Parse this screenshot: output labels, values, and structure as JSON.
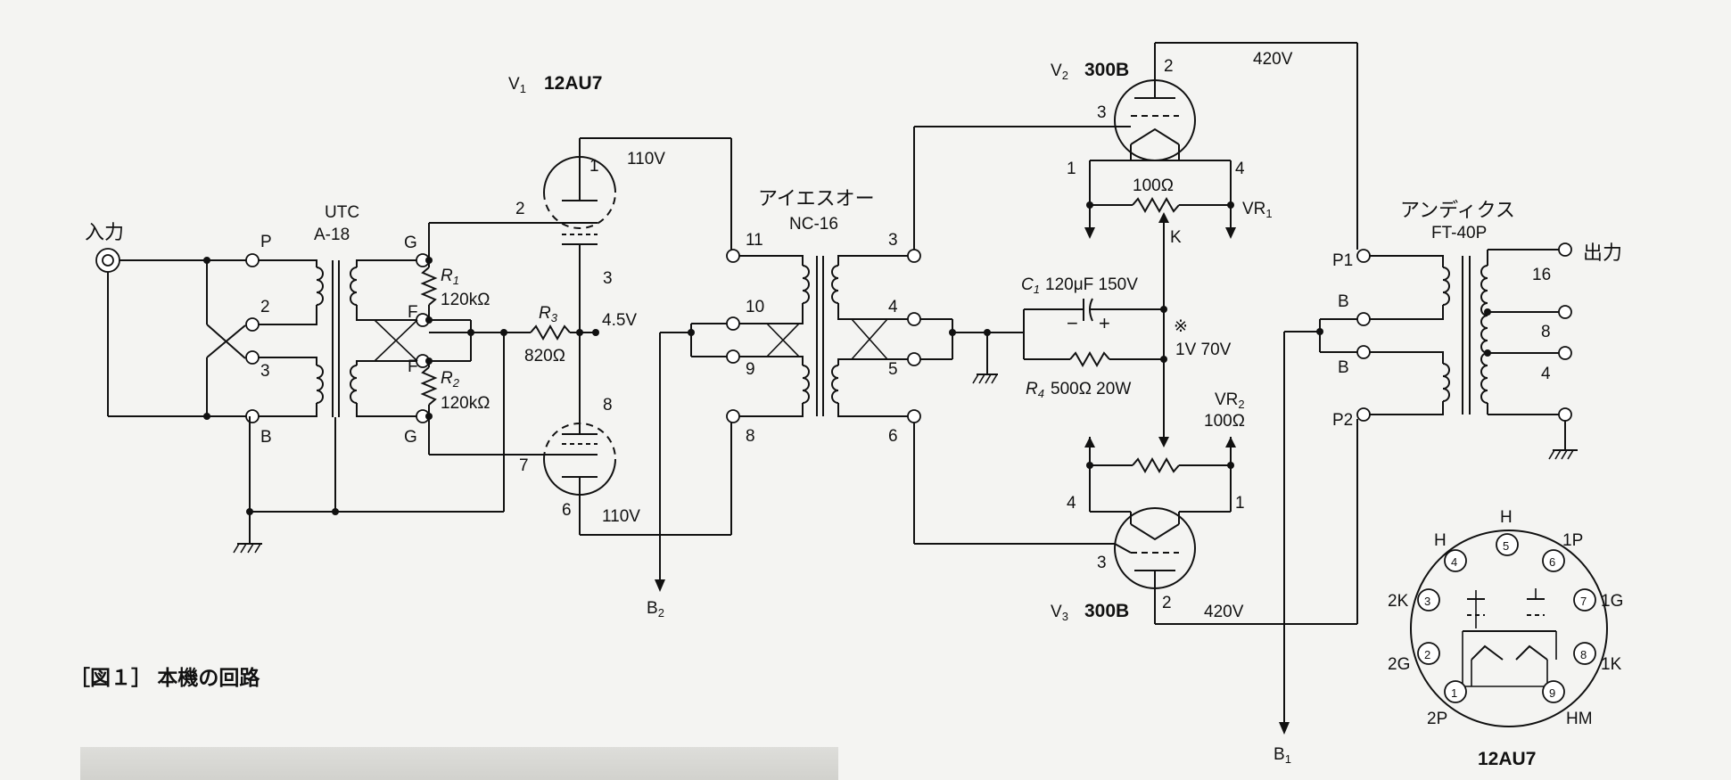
{
  "input": {
    "label": "入力"
  },
  "output": {
    "label": "出力"
  },
  "caption": "［図１］ 本機の回路",
  "v1": {
    "ref": "V",
    "sub": "1",
    "type": "12AU7",
    "plate_v": "110V",
    "plate_v2": "110V",
    "cathode_v": "4.5V",
    "pins": [
      "1",
      "2",
      "3",
      "8",
      "7",
      "6"
    ]
  },
  "v2": {
    "ref": "V",
    "sub": "2",
    "type": "300B",
    "plate_v": "420V",
    "pins": [
      "2",
      "3",
      "1",
      "4"
    ]
  },
  "v3": {
    "ref": "V",
    "sub": "3",
    "type": "300B",
    "plate_v": "420V",
    "pins": [
      "2",
      "3",
      "4",
      "1"
    ]
  },
  "t1": {
    "maker": "UTC",
    "model": "A-18",
    "pins": [
      "P",
      "2",
      "3",
      "B"
    ],
    "sec_pins": [
      "G",
      "F",
      "F",
      "G"
    ]
  },
  "t2": {
    "maker": "アイエスオー",
    "model": "NC-16",
    "pri_pins": [
      "11",
      "10",
      "9",
      "8"
    ],
    "sec_pins": [
      "3",
      "4",
      "5",
      "6"
    ]
  },
  "t3": {
    "maker": "アンディクス",
    "model": "FT-40P",
    "pri_pins": [
      "P1",
      "B",
      "B",
      "P2"
    ],
    "taps": [
      "16",
      "8",
      "4"
    ]
  },
  "components": {
    "r1": {
      "ref": "R",
      "sub": "1",
      "value": "120kΩ"
    },
    "r2": {
      "ref": "R",
      "sub": "2",
      "value": "120kΩ"
    },
    "r3": {
      "ref": "R",
      "sub": "3",
      "value": "820Ω"
    },
    "r4": {
      "ref": "R",
      "sub": "4",
      "value": "500Ω 20W"
    },
    "c1": {
      "ref": "C",
      "sub": "1",
      "value": "120μF 150V"
    },
    "vr1": {
      "ref": "VR",
      "sub": "1",
      "value": "100Ω",
      "tap": "K"
    },
    "vr2": {
      "ref": "VR",
      "sub": "2",
      "value": "100Ω"
    },
    "note_mark": "※",
    "cathode_note": "1V 70V"
  },
  "supply": {
    "b1": "B",
    "b1_sub": "1",
    "b2": "B",
    "b2_sub": "2"
  },
  "pinout": {
    "title": "12AU7",
    "pins": [
      {
        "num": "1",
        "label": "2P"
      },
      {
        "num": "2",
        "label": "2G"
      },
      {
        "num": "3",
        "label": "2K"
      },
      {
        "num": "4",
        "label": "H"
      },
      {
        "num": "5",
        "label": "H"
      },
      {
        "num": "6",
        "label": "1P"
      },
      {
        "num": "7",
        "label": "1G"
      },
      {
        "num": "8",
        "label": "1K"
      },
      {
        "num": "9",
        "label": "HM"
      }
    ]
  }
}
